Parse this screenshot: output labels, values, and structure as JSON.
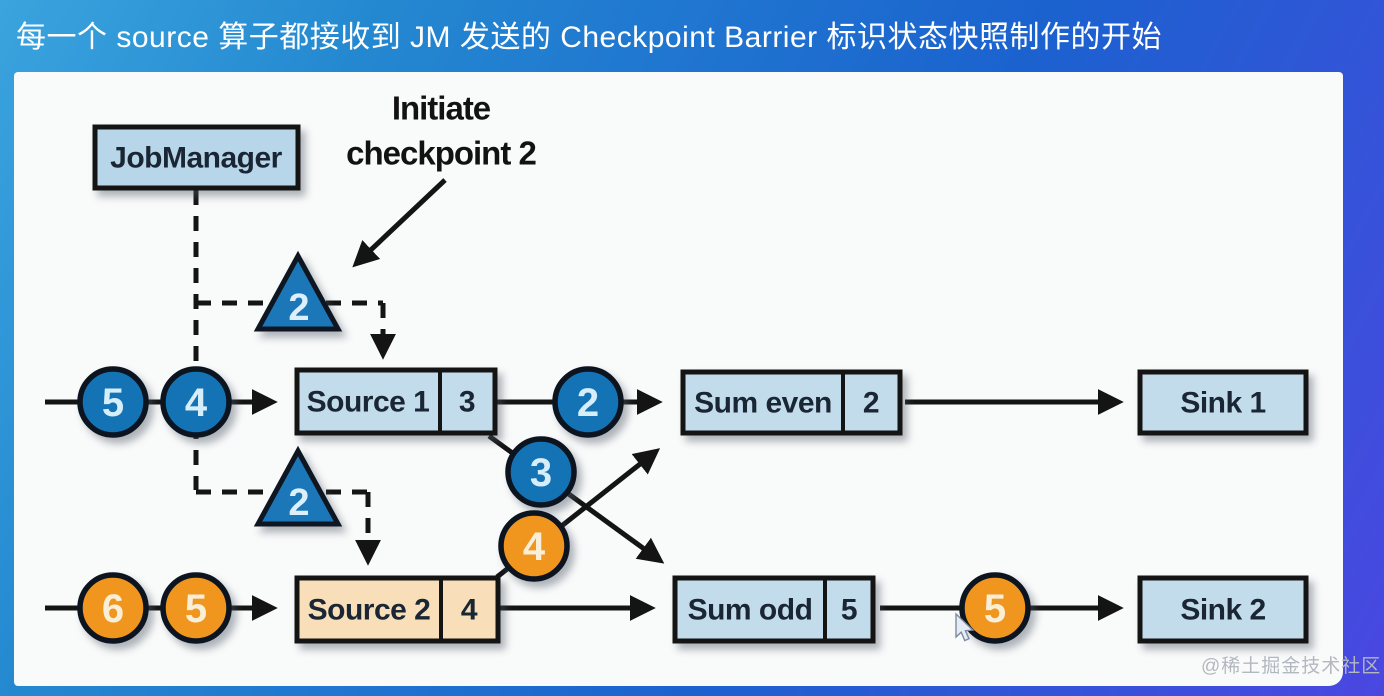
{
  "header": {
    "title": "每一个 source 算子都接收到 JM 发送的 Checkpoint Barrier 标识状态快照制作的开始"
  },
  "diagram": {
    "job_manager_label": "JobManager",
    "initiate_line1": "Initiate",
    "initiate_line2": "checkpoint 2",
    "barrier_top": "2",
    "barrier_bottom": "2",
    "nodes": {
      "source1_label": "Source 1",
      "source1_state": "3",
      "source2_label": "Source 2",
      "source2_state": "4",
      "sum_even_label": "Sum even",
      "sum_even_state": "2",
      "sum_odd_label": "Sum odd",
      "sum_odd_state": "5",
      "sink1_label": "Sink 1",
      "sink2_label": "Sink 2"
    },
    "records": {
      "top_in_first": "5",
      "top_in_second": "4",
      "source1_out": "2",
      "to_sum_even": "3",
      "to_sum_odd": "4",
      "bottom_in_first": "6",
      "bottom_in_second": "5",
      "sum_odd_out": "5"
    },
    "colors": {
      "record_blue": "#1373b4",
      "record_orange": "#f0961e",
      "barrier_blue": "#1c77b8",
      "box_blue": "#c3dcec",
      "box_job_manager": "#b7d6e9",
      "box_tan": "#f8dfba",
      "line_black": "#141414",
      "background_gradient_start": "#3aa4de",
      "background_gradient_end": "#4a47e1"
    }
  },
  "watermark": "@稀土掘金技术社区"
}
